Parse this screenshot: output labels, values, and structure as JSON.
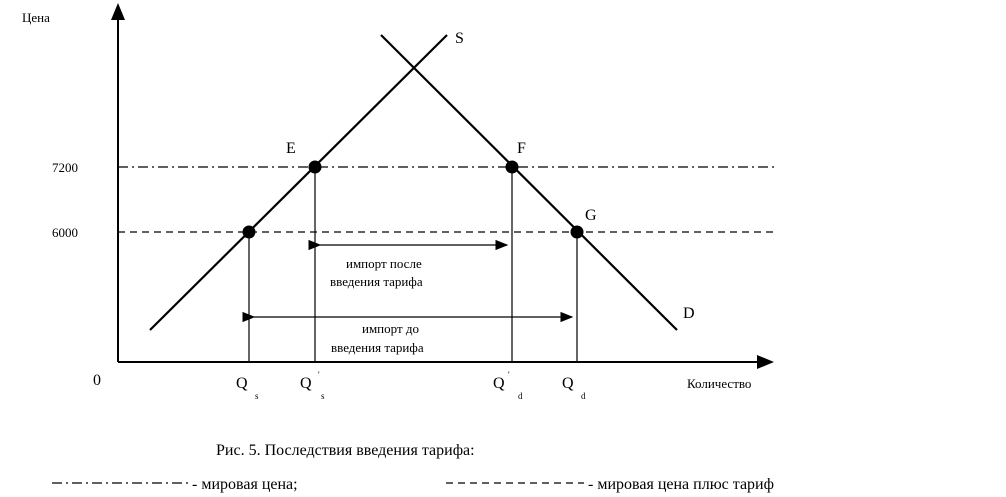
{
  "axes": {
    "y_label": "Цена",
    "x_label": "Количество",
    "origin": "0"
  },
  "prices": {
    "world_plus_tariff": "7200",
    "world": "6000"
  },
  "curves": {
    "supply": "S",
    "demand": "D"
  },
  "points": {
    "E": "E",
    "F": "F",
    "G": "G"
  },
  "quantities": {
    "qs": {
      "main": "Q",
      "sub": "s"
    },
    "qs_prime": {
      "main": "Q",
      "sup": "'",
      "sub": "s"
    },
    "qd_prime": {
      "main": "Q",
      "sup": "'",
      "sub": "d"
    },
    "qd": {
      "main": "Q",
      "sub": "d"
    }
  },
  "annotations": {
    "import_after_line1": "импорт после",
    "import_after_line2": "введения тарифа",
    "import_before_line1": "импорт до",
    "import_before_line2": "введения тарифа"
  },
  "caption": "Рис. 5. Последствия введения тарифа:",
  "legend": {
    "world_price": "- мировая цена;",
    "world_price_tariff": "- мировая цена плюс тариф"
  }
}
